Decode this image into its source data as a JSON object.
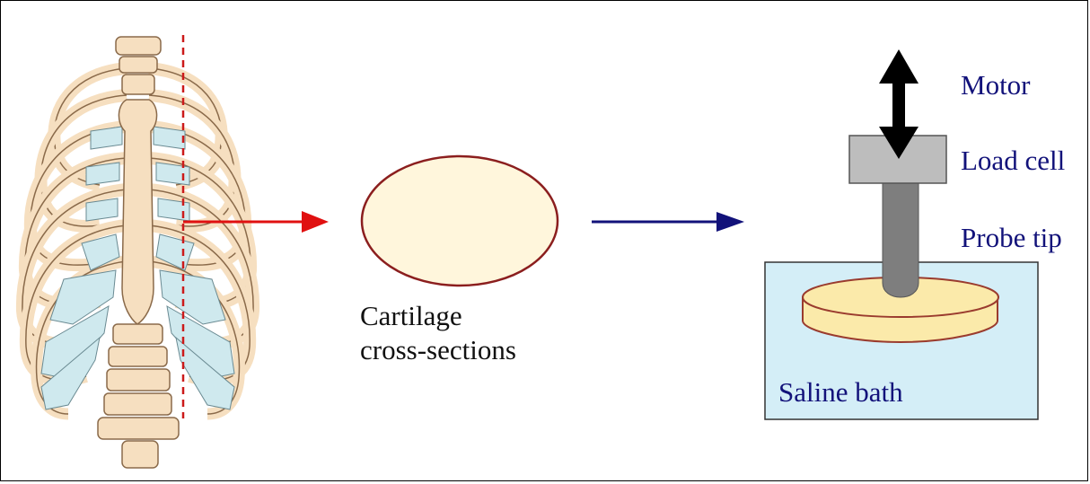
{
  "labels": {
    "motor": "Motor",
    "load_cell": "Load cell",
    "probe_tip": "Probe tip",
    "saline_bath": "Saline bath",
    "cartilage_line1": "Cartilage",
    "cartilage_line2": "cross-sections"
  },
  "colors": {
    "bone": "#f6dfc0",
    "bone_outline": "#8a6a4a",
    "cartilage": "#cfe9ee",
    "cross_section_fill": "#fff6dc",
    "cross_section_outline": "#8b1e1e",
    "red_arrow": "#e01010",
    "blue_arrow": "#12127a",
    "dashed_line": "#cc1a1a",
    "saline": "#d4eef7",
    "saline_outline": "#333333",
    "load_cell": "#bdbdbd",
    "probe": "#7e7e7e",
    "sample": "#fbeaaa",
    "sample_outline": "#9a3b2e",
    "label_text": "#12127a"
  },
  "icons": {
    "rib_cage": "rib-cage-illustration",
    "cross_section": "ellipse-cross-section",
    "motor_arrow": "double-headed-vertical-arrow"
  }
}
